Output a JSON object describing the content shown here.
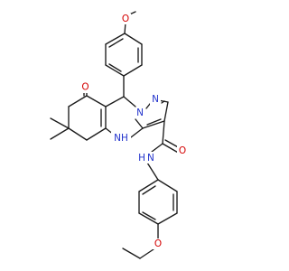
{
  "molecule": {
    "atoms": {
      "o_methoxy": "O",
      "o_ketone": "O",
      "n_pyrazole_top": "N",
      "n_ring_junction": "N",
      "nh_ring": "NH",
      "nh_amide": "H N",
      "o_amide": "O",
      "o_ethoxy": "O"
    },
    "colors": {
      "carbon": "#1a1a1a",
      "oxygen": "#d40000",
      "nitrogen": "#2233cc"
    }
  }
}
